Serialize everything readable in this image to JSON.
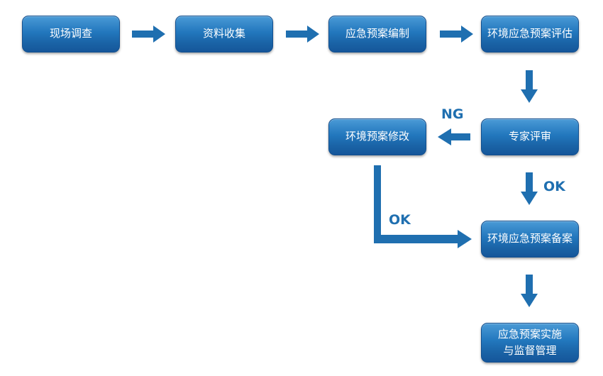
{
  "nodes": {
    "site_survey": "现场调查",
    "data_collection": "资料收集",
    "plan_drafting": "应急预案编制",
    "plan_evaluation": "环境应急预案评估",
    "expert_review": "专家评审",
    "plan_revision": "环境预案修改",
    "plan_filing": "环境应急预案备案",
    "implementation_line1": "应急预案实施",
    "implementation_line2": "与监督管理"
  },
  "labels": {
    "review_fail": "NG",
    "review_pass": "OK",
    "revision_pass": "OK"
  },
  "colors": {
    "box_top": "#4a9ad6",
    "box_bottom": "#15569a",
    "arrow": "#1f6fb0",
    "label": "#1f6fb0"
  }
}
